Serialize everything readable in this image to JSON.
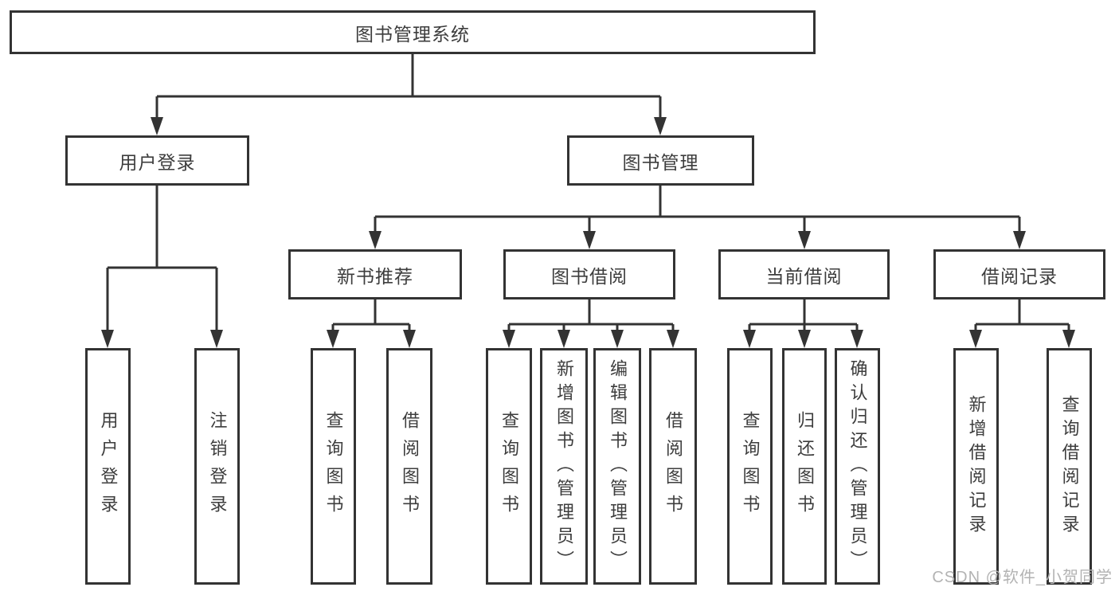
{
  "nodes": {
    "root": "图书管理系统",
    "user_login": "用户登录",
    "book_management": "图书管理",
    "new_book_recommend": "新书推荐",
    "book_borrowing": "图书借阅",
    "current_borrowing": "当前借阅",
    "borrowing_records": "借阅记录"
  },
  "leaves": {
    "user_login": [
      "用户登录",
      "注销登录"
    ],
    "new_book_recommend": [
      "查询图书",
      "借阅图书"
    ],
    "book_borrowing": [
      "查询图书",
      "新增图书（管理员）",
      "编辑图书（管理员）",
      "借阅图书"
    ],
    "current_borrowing": [
      "查询图书",
      "归还图书",
      "确认归还（管理员）"
    ],
    "borrowing_records": [
      "新增借阅记录",
      "查询借阅记录"
    ]
  },
  "watermark": "CSDN @软件_小贺同学",
  "colors": {
    "line": "#333333",
    "text": "#3d3d3d",
    "watermark": "#b3b3b3",
    "background": "#ffffff"
  }
}
